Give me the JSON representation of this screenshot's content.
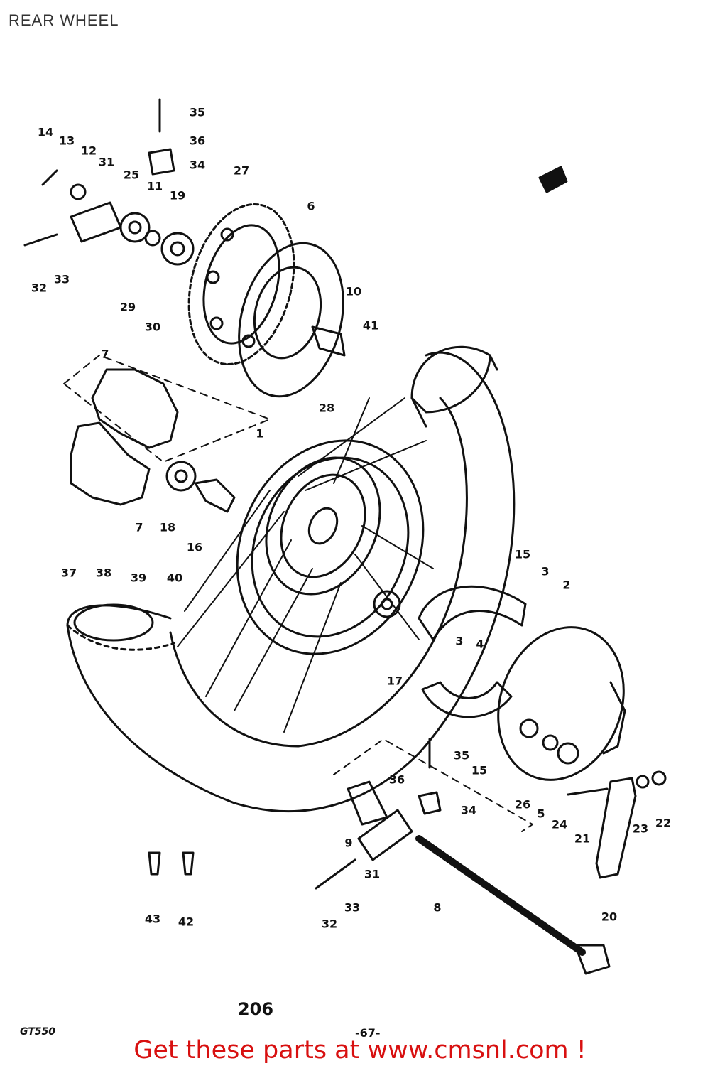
{
  "title": "REAR WHEEL",
  "diagram_number": "206",
  "model": "GT550",
  "page": "-67-",
  "cta_link": "Get these parts at www.cmsnl.com !",
  "colors": {
    "link": "#d81010",
    "ink": "#111111"
  },
  "labels": {
    "l35a": "35",
    "l36a": "36",
    "l34a": "34",
    "l14": "14",
    "l13": "13",
    "l12": "12",
    "l31a": "31",
    "l25": "25",
    "l11": "11",
    "l19": "19",
    "l27": "27",
    "l6": "6",
    "l32a": "32",
    "l33a": "33",
    "l29": "29",
    "l30": "30",
    "l10": "10",
    "l41": "41",
    "l28": "28",
    "l7a": "7",
    "l7b": "7",
    "l18": "18",
    "l16": "16",
    "l1": "1",
    "l37": "37",
    "l38": "38",
    "l39": "39",
    "l40": "40",
    "l15a": "15",
    "l3a": "3",
    "l2": "2",
    "l3b": "3",
    "l4": "4",
    "l17": "17",
    "l15b": "15",
    "l35b": "35",
    "l36b": "36",
    "l34b": "34",
    "l26": "26",
    "l5": "5",
    "l24": "24",
    "l21": "21",
    "l23": "23",
    "l22": "22",
    "l9": "9",
    "l31b": "31",
    "l8": "8",
    "l33b": "33",
    "l32b": "32",
    "l20": "20",
    "l43": "43",
    "l42": "42"
  }
}
